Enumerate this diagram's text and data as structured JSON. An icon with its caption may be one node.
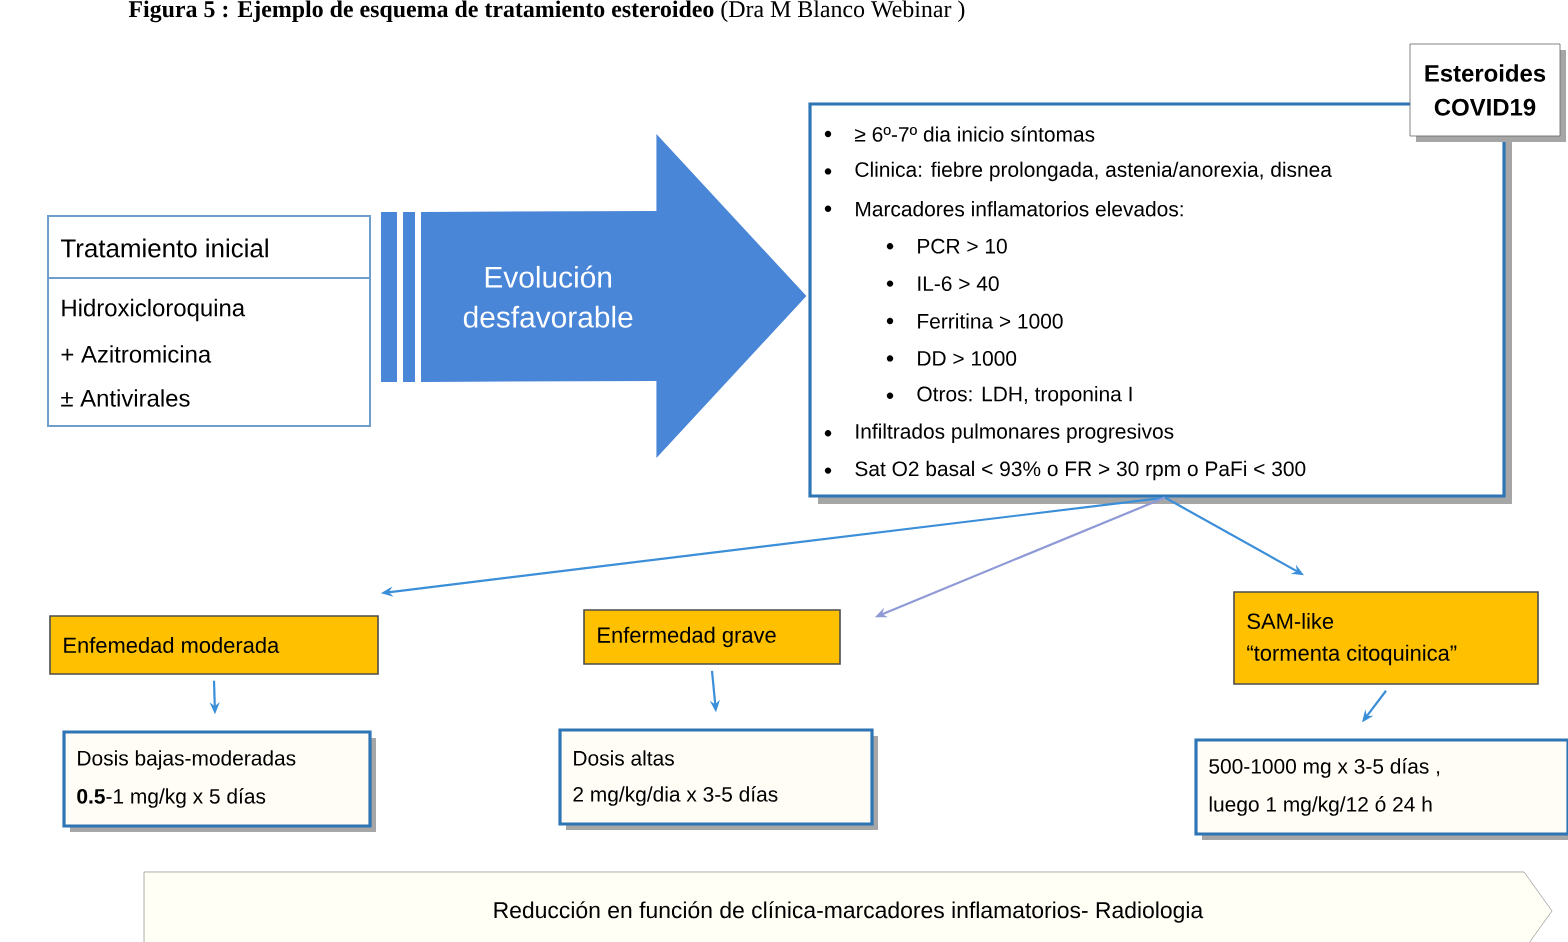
{
  "diagram": {
    "title": "**Figura 5 : Ejemplo de esquema de tratamiento esteroideo** (Dra M Blanco Webinar )",
    "nodes": [
      {
        "text": [
          "Tratamiento inicial",
          "Hidroxicloroquina",
          "+ Azitromicina",
          "± Antivirales"
        ]
      },
      {
        "text": [
          "≥ 6º-7º dia inicio síntomas",
          "Clinica: fiebre prolongada, astenia/anorexia, disnea",
          "Marcadores inflamatorios elevados:",
          "PCR > 10",
          "IL-6 > 40",
          "Ferritina > 1000",
          "DD > 1000",
          "Otros: LDH, troponina I",
          "Infiltrados pulmonares progresivos",
          "Sat O2 basal < 93% o FR > 30 rpm o PaFi < 300"
        ]
      },
      {
        "text": [
          "Esteroides COVID19"
        ]
      },
      {
        "text": [
          "Enfemedad moderada"
        ]
      },
      {
        "text": [
          "Enfermedad grave"
        ]
      },
      {
        "text": [
          "SAM-like",
          "“tormenta citoquinica”"
        ]
      },
      {
        "text": [
          "Dosis bajas-moderadas",
          "**0.5**-1 mg/kg x 5 días"
        ]
      },
      {
        "text": [
          "Dosis altas",
          "2 mg/kg/dia x 3-5 días"
        ]
      },
      {
        "text": [
          "500-1000 mg x 3-5 días ,",
          "luego 1 mg/kg/12 ó 24 h"
        ]
      },
      {
        "text": [
          "Reducción en función de clínica-marcadores inflamatorios- Radiologia"
        ]
      }
    ],
    "edges": [
      {
        "from": 0,
        "to": 1,
        "arrow": "to",
        "label": "Evolución desfavorable",
        "style": "thick",
        "color": "#4a86d8"
      },
      {
        "from": 1,
        "to": 3,
        "arrow": "to"
      },
      {
        "from": 1,
        "to": 4,
        "arrow": "to",
        "color": "#8e9ad6"
      },
      {
        "from": 1,
        "to": 5,
        "arrow": "to"
      },
      {
        "from": 3,
        "to": 6,
        "arrow": "to"
      },
      {
        "from": 4,
        "to": 7,
        "arrow": "to"
      },
      {
        "from": 5,
        "to": 8,
        "arrow": "to"
      }
    ]
  }
}
